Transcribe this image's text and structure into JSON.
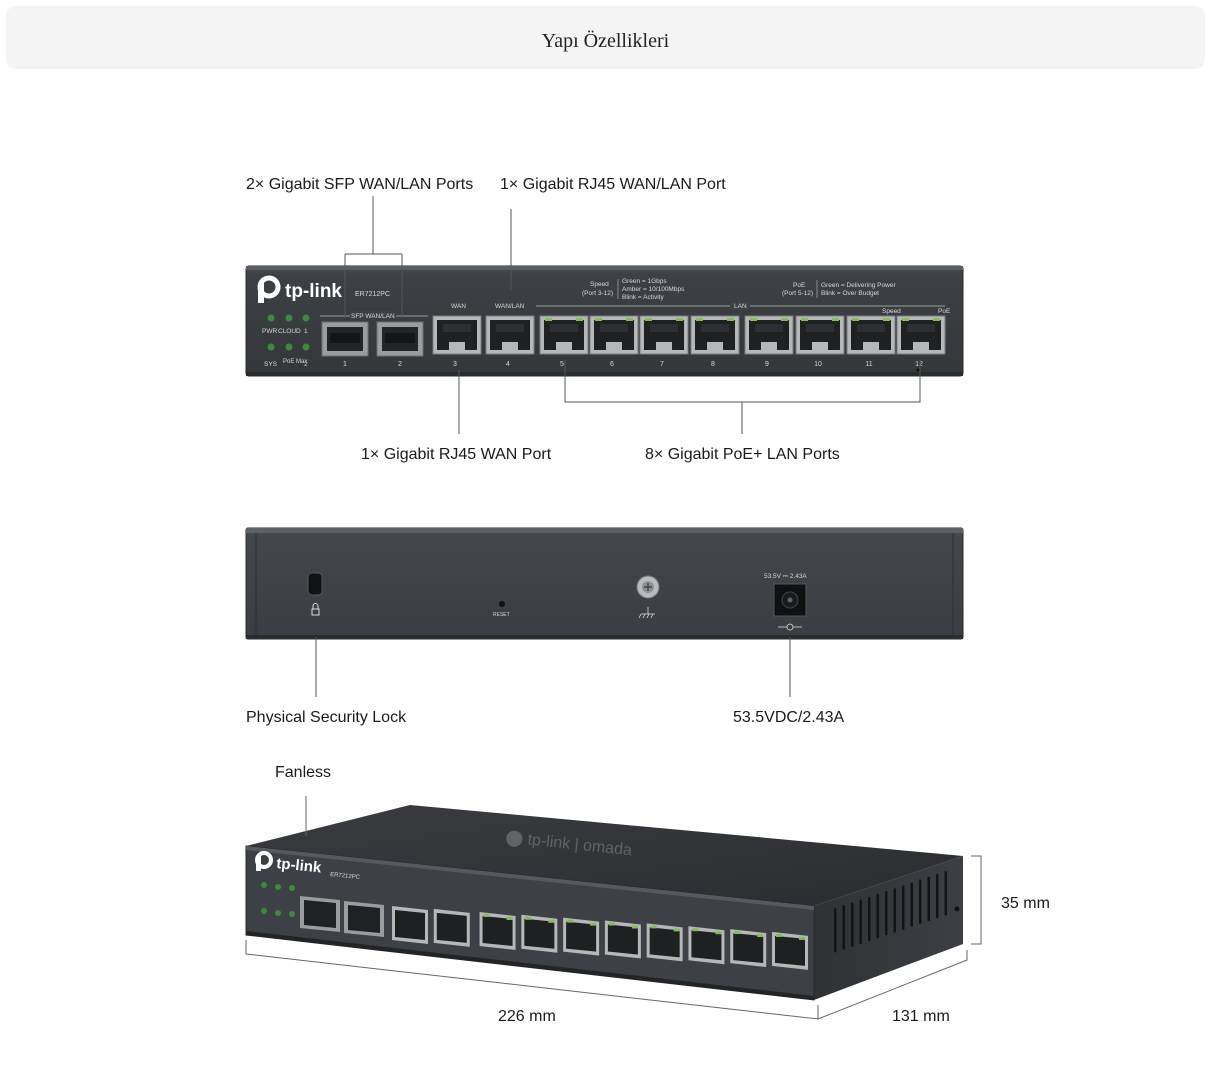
{
  "header": {
    "title": "Yapı Özellikleri"
  },
  "front": {
    "logo": "tp-link",
    "model": "ER7212PC",
    "led_labels": [
      "PWR",
      "CLOUD",
      "1",
      "SYS",
      "PoE Max",
      "2"
    ],
    "sfp_label": "SFP WAN/LAN",
    "wan_label": "WAN",
    "wanlan_label": "WAN/LAN",
    "lan_label": "LAN",
    "speed_label": "Speed",
    "poe_label": "PoE",
    "port_numbers": [
      "1",
      "2",
      "3",
      "4",
      "5",
      "6",
      "7",
      "8",
      "9",
      "10",
      "11",
      "12"
    ],
    "speed_legend": {
      "title": "Speed",
      "range": "(Port 3-12)",
      "lines": [
        "Green  = 1Gbps",
        "Amber  = 10/100Mbps",
        "Blink   = Activity"
      ]
    },
    "poe_legend": {
      "title": "PoE",
      "range": "(Port 5-12)",
      "lines": [
        "Green = Delivering Power",
        "Blink  = Over Budget"
      ]
    }
  },
  "back": {
    "reset_label": "RESET",
    "power_rating": "53.5V ⎓ 2.43A"
  },
  "callouts": {
    "sfp": "2× Gigabit SFP WAN/LAN Ports",
    "rj45_wanlan": "1× Gigabit RJ45 WAN/LAN Port",
    "rj45_wan": "1× Gigabit RJ45 WAN Port",
    "poe_lan": "8× Gigabit PoE+ LAN Ports",
    "lock": "Physical Security Lock",
    "power": "53.5VDC/2.43A",
    "fanless": "Fanless"
  },
  "dimensions": {
    "height": "35 mm",
    "width": "226 mm",
    "depth": "131 mm"
  },
  "colors": {
    "chassis": "#3b3e42",
    "chassis_dark": "#26282b",
    "led": "#3e8a3c",
    "port_inner": "#1e2022"
  }
}
